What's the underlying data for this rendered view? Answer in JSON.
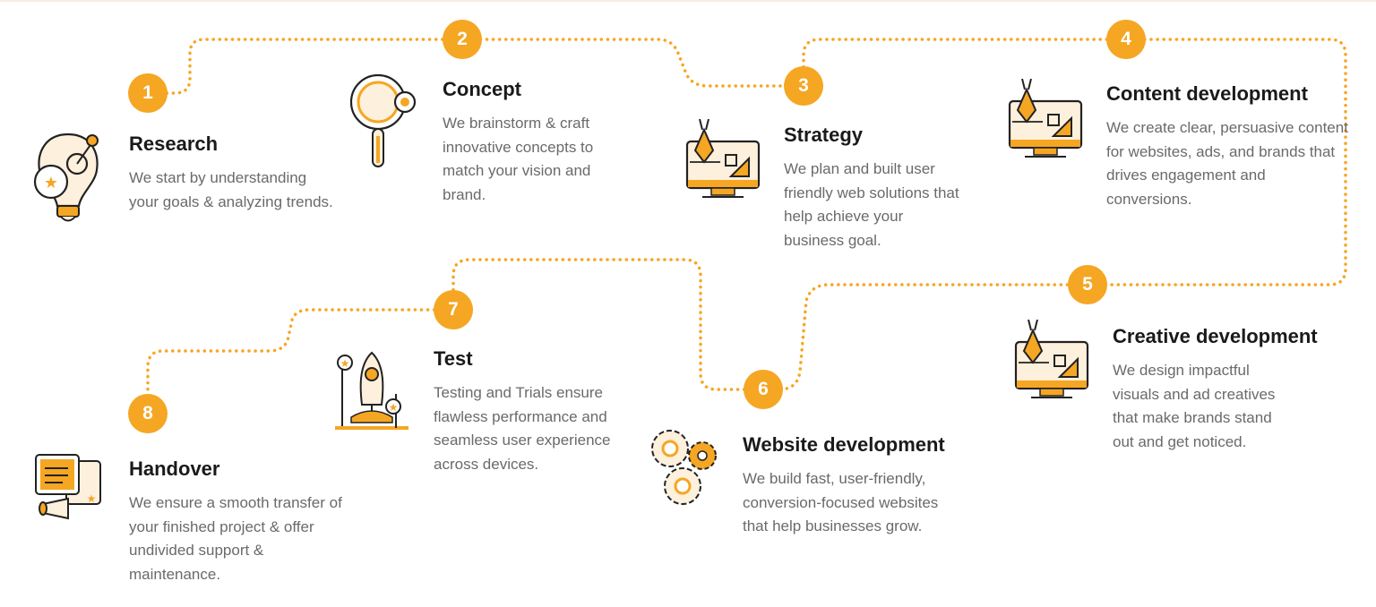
{
  "accent_color": "#f5a623",
  "steps": [
    {
      "number": "1",
      "title": "Research",
      "description": "We start by understanding your goals & analyzing trends.",
      "icon": "lightbulb-icon"
    },
    {
      "number": "2",
      "title": "Concept",
      "description": "We brainstorm & craft innovative concepts to match your vision and brand.",
      "icon": "magnifier-icon"
    },
    {
      "number": "3",
      "title": "Strategy",
      "description": "We plan and built user friendly web solutions that help achieve your business goal.",
      "icon": "design-monitor-icon"
    },
    {
      "number": "4",
      "title": "Content development",
      "description": "We create clear, persuasive content for websites, ads, and brands that drives engagement and conversions.",
      "icon": "design-monitor-icon"
    },
    {
      "number": "5",
      "title": "Creative development",
      "description": "We design impactful visuals and ad creatives that make brands stand out and get noticed.",
      "icon": "design-monitor-icon"
    },
    {
      "number": "6",
      "title": "Website development",
      "description": "We build fast, user-friendly, conversion-focused websites that help businesses grow.",
      "icon": "gears-icon"
    },
    {
      "number": "7",
      "title": "Test",
      "description": "Testing and Trials ensure flawless performance and seamless user experience across devices.",
      "icon": "rocket-icon"
    },
    {
      "number": "8",
      "title": "Handover",
      "description": "We ensure a smooth transfer of your finished project & offer undivided support & maintenance.",
      "icon": "chat-megaphone-icon"
    }
  ]
}
